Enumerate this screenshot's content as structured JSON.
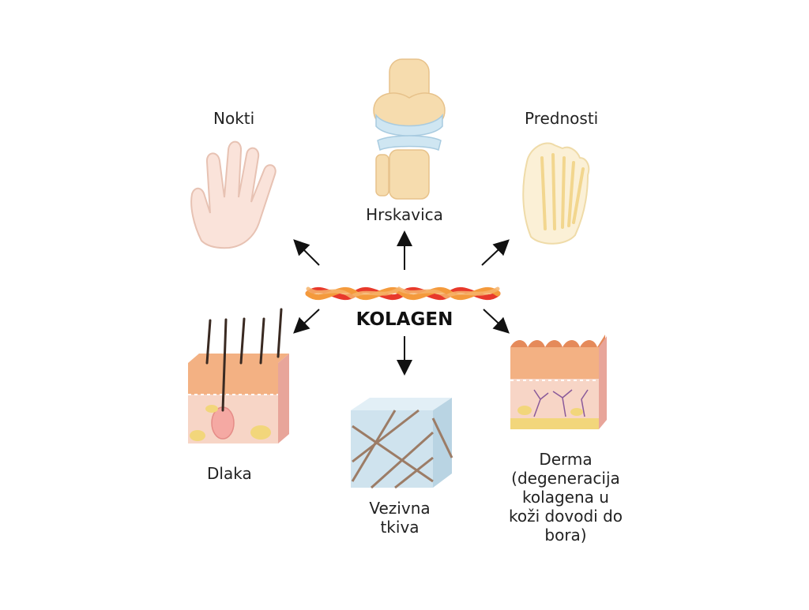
{
  "center": {
    "title": "KOLAGEN"
  },
  "labels": {
    "nails": "Nokti",
    "cartilage": "Hrskavica",
    "benefits": "Prednosti",
    "hair": "Dlaka",
    "connective": "Vezivna\ntkiva",
    "derma": "Derma\n(degeneracija\nkolagena u\nkoži dovodi do\nbora)"
  },
  "colors": {
    "helix_red": "#e8392b",
    "helix_orange": "#f49a3c",
    "skin_top": "#f3b183",
    "skin_mid": "#f4b7a6",
    "skin_low": "#f7d5c6",
    "fat": "#f2d67b",
    "fiber": "#9c7c66",
    "tissue_blue": "#cfe3ee",
    "bone": "#f6dcae",
    "cartilage_blue": "#cfe6f2",
    "arrow": "#111111"
  }
}
